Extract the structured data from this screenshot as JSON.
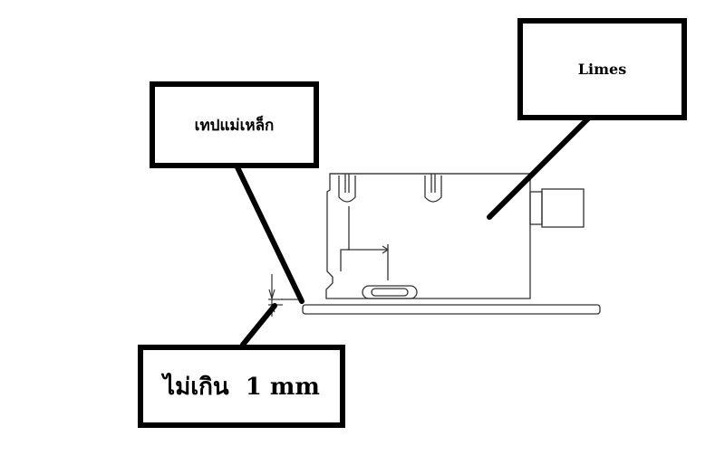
{
  "callouts": {
    "limes": "Limes",
    "magnetic_tape": "เทปแม่เหล็ก",
    "max_gap": "ไม่เกิน  1 mm"
  },
  "colors": {
    "line": "#000000",
    "drawing": "#333333",
    "background": "#ffffff"
  }
}
